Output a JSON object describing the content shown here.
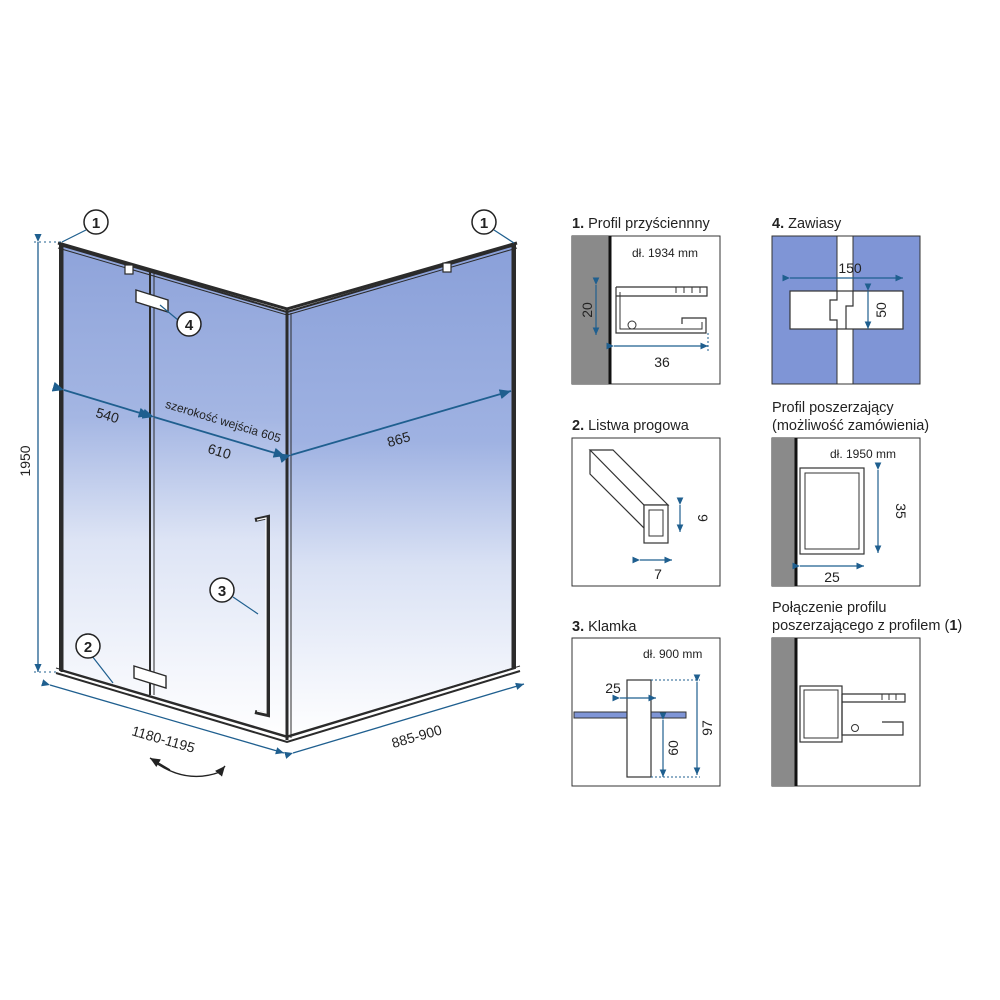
{
  "colors": {
    "glass_blue": "#8fa6dc",
    "glass_blue_light": "#c7d3ef",
    "dimension_line": "#1f5f8f",
    "frame": "#2b2b2b",
    "wall_gray": "#8a8a8a",
    "hinge_blue": "#7f95d6"
  },
  "main": {
    "callout_1_left": "1",
    "callout_1_right": "1",
    "callout_2": "2",
    "callout_3": "3",
    "callout_4": "4",
    "height_label": "1950",
    "dim_540": "540",
    "dim_entry_note": "szerokość wejścia 605",
    "dim_610": "610",
    "dim_865": "865",
    "dim_width_front": "1180-1195",
    "dim_width_side": "885-900"
  },
  "panels": {
    "p1": {
      "num": "1.",
      "title": "Profil przyściennny",
      "length": "dł. 1934 mm",
      "dim_height": "20",
      "dim_width": "36"
    },
    "p4": {
      "num": "4.",
      "title": "Zawiasy",
      "dim_width": "150",
      "dim_height": "50"
    },
    "p2": {
      "num": "2.",
      "title": "Listwa progowa",
      "dim_height": "9",
      "dim_width": "7"
    },
    "pext": {
      "title_line1": "Profil poszerzający",
      "title_line2": "(możliwość zamówienia)",
      "length": "dł. 1950 mm",
      "dim_height": "35",
      "dim_width": "25"
    },
    "p3": {
      "num": "3.",
      "title": "Klamka",
      "length": "dł. 900 mm",
      "dim_25": "25",
      "dim_60": "60",
      "dim_97": "97"
    },
    "pconn": {
      "title_line1": "Połączenie profilu",
      "title_line2_pre": "poszerzającego z profilem (",
      "title_line2_num": "1",
      "title_line2_post": ")"
    }
  }
}
